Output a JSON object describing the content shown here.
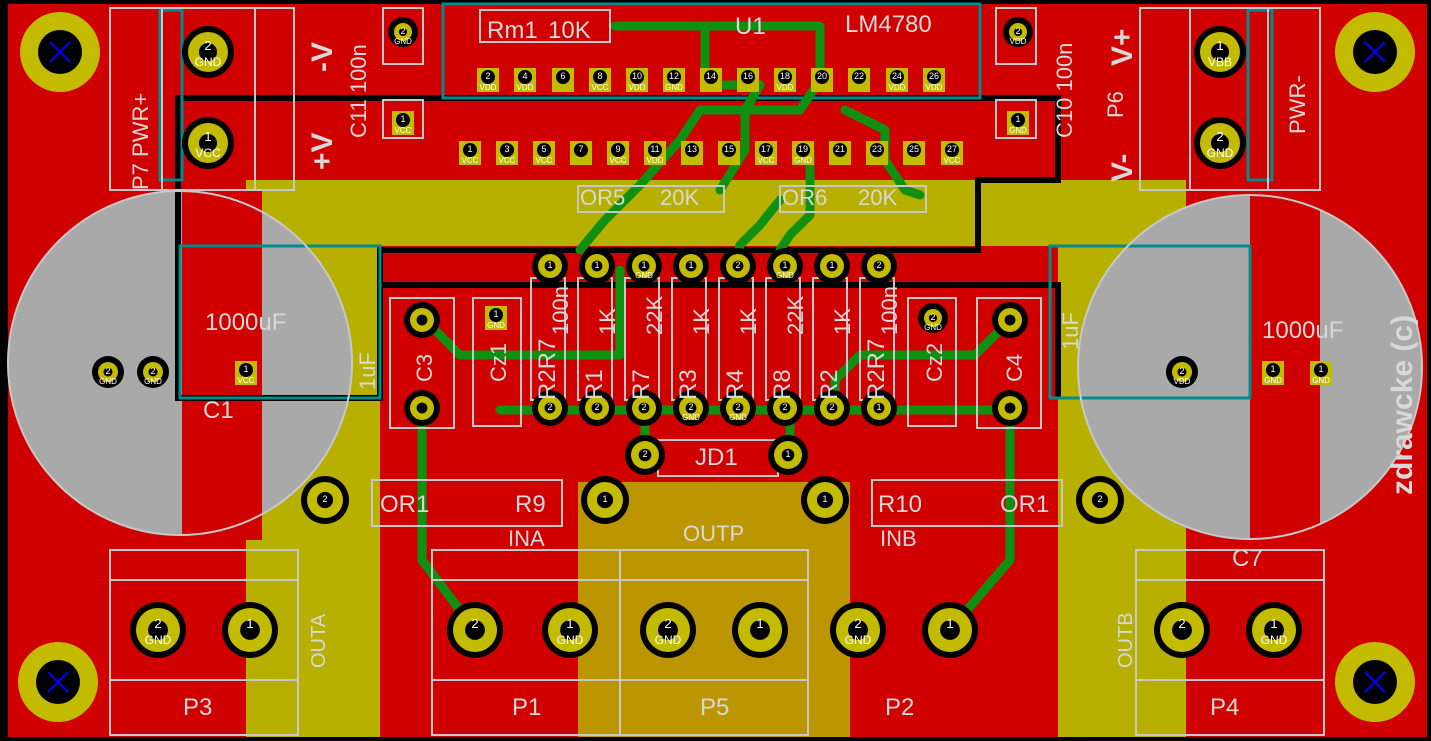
{
  "colors": {
    "board": "#d00000",
    "copper_fill": "#b8b000",
    "pad": "#c2bb00",
    "track_green": "#109010",
    "outline_cyan": "#008c8c",
    "silk": "#c8c8c8",
    "hole": "#000000"
  },
  "labels": {
    "u1_ref": "U1",
    "u1_val": "LM4780",
    "rm1": "Rm1",
    "rm1_val": "10K",
    "c11": "C11 100n",
    "c10": "C10 100n",
    "p7": "P7 PWR+",
    "p6": "P6",
    "pwr_minus": "PWR-",
    "v_plus": "V+",
    "v_minus": "V-",
    "vplus_left": "+V",
    "vminus_left": "-V",
    "r5": "OR5",
    "r5_val": "20K",
    "r6": "OR6",
    "r6_val": "20K",
    "c1": "C1",
    "c1_val": "1000uF",
    "c7": "C7",
    "c7_val": "1000uF",
    "c3": "C3",
    "c3_val": "1uF",
    "c4": "C4",
    "c4_val": "1uF",
    "cz1": "Cz1",
    "cz2": "Cz2",
    "vert_labels": [
      "R2R7",
      "100n",
      "R1",
      "1K",
      "R7",
      "22K",
      "R3",
      "1K",
      "R4",
      "1K",
      "R8",
      "22K",
      "R2",
      "1K",
      "R2R7",
      "100n"
    ],
    "jd1": "JD1",
    "r9": "R9",
    "r9_val": "OR1",
    "r10": "R10",
    "r10_val": "OR1",
    "ina": "INA",
    "inb": "INB",
    "outp": "OUTP",
    "outa": "OUTA",
    "outb": "OUTB",
    "p3": "P3",
    "p1": "P1",
    "p5": "P5",
    "p2": "P2",
    "p4": "P4",
    "copyright": "zdrawcke (c)",
    "net_gnd": "GND",
    "net_vcc": "VCC",
    "net_vdd": "VDD",
    "net_vbb": "VBB"
  },
  "u1_top_pins": [
    {
      "num": "2",
      "net": "VDD"
    },
    {
      "num": "4",
      "net": "VDD"
    },
    {
      "num": "6",
      "net": ""
    },
    {
      "num": "8",
      "net": "VCC"
    },
    {
      "num": "10",
      "net": "VDD"
    },
    {
      "num": "12",
      "net": "GND"
    },
    {
      "num": "14",
      "net": ""
    },
    {
      "num": "16",
      "net": ""
    },
    {
      "num": "18",
      "net": "VDD"
    },
    {
      "num": "20",
      "net": ""
    },
    {
      "num": "22",
      "net": ""
    },
    {
      "num": "24",
      "net": "VDD"
    },
    {
      "num": "26",
      "net": "VDD"
    }
  ],
  "u1_bottom_pins": [
    {
      "num": "1",
      "net": "VCC"
    },
    {
      "num": "3",
      "net": "VCC"
    },
    {
      "num": "5",
      "net": "VCC"
    },
    {
      "num": "7",
      "net": ""
    },
    {
      "num": "9",
      "net": "VCC"
    },
    {
      "num": "11",
      "net": "VDD"
    },
    {
      "num": "13",
      "net": ""
    },
    {
      "num": "15",
      "net": ""
    },
    {
      "num": "17",
      "net": "VCC"
    },
    {
      "num": "19",
      "net": "GND"
    },
    {
      "num": "21",
      "net": ""
    },
    {
      "num": "23",
      "net": ""
    },
    {
      "num": "25",
      "net": ""
    },
    {
      "num": "27",
      "net": "VCC"
    }
  ],
  "resistor_top_pads": [
    {
      "num": "1",
      "net": ""
    },
    {
      "num": "1",
      "net": ""
    },
    {
      "num": "1",
      "net": "GND"
    },
    {
      "num": "1",
      "net": ""
    },
    {
      "num": "2",
      "net": ""
    },
    {
      "num": "1",
      "net": "GND"
    },
    {
      "num": "1",
      "net": ""
    },
    {
      "num": "2",
      "net": ""
    }
  ],
  "resistor_bottom_pads": [
    {
      "num": "2",
      "net": ""
    },
    {
      "num": "2",
      "net": ""
    },
    {
      "num": "2",
      "net": ""
    },
    {
      "num": "2",
      "net": "GND"
    },
    {
      "num": "2",
      "net": "GND"
    },
    {
      "num": "2",
      "net": ""
    },
    {
      "num": "2",
      "net": ""
    },
    {
      "num": "1",
      "net": ""
    }
  ],
  "connector_pads": [
    {
      "num": "2",
      "net": "GND"
    },
    {
      "num": "1",
      "net": ""
    },
    {
      "num": "2",
      "net": ""
    },
    {
      "num": "1",
      "net": "GND"
    },
    {
      "num": "2",
      "net": "GND"
    },
    {
      "num": "1",
      "net": ""
    },
    {
      "num": "2",
      "net": "GND"
    },
    {
      "num": "1",
      "net": ""
    },
    {
      "num": "2",
      "net": ""
    },
    {
      "num": "1",
      "net": "GND"
    }
  ],
  "power_pads": {
    "p7_pin2": {
      "num": "2",
      "net": "GND"
    },
    "p7_pin1": {
      "num": "1",
      "net": "VCC"
    },
    "p6_pin1": {
      "num": "1",
      "net": "VBB"
    },
    "p6_pin2": {
      "num": "2",
      "net": "GND"
    },
    "c11_pin2": {
      "num": "2",
      "net": "GND"
    },
    "c11_pin1": {
      "num": "1",
      "net": "VCC"
    },
    "c10_pin2": {
      "num": "2",
      "net": "VDD"
    },
    "c10_pin1": {
      "num": "1",
      "net": "GND"
    },
    "c1_pin2a": {
      "num": "2",
      "net": "GND"
    },
    "c1_pin2b": {
      "num": "2",
      "net": "GND"
    },
    "c1_pin1": {
      "num": "1",
      "net": "VCC"
    },
    "c7_pin2": {
      "num": "2",
      "net": "VDD"
    },
    "c7_pin1a": {
      "num": "1",
      "net": "GND"
    },
    "c7_pin1b": {
      "num": "1",
      "net": "GND"
    },
    "cz1_pin": {
      "num": "1",
      "net": "GND"
    },
    "cz2_pin": {
      "num": "2",
      "net": "GND"
    },
    "c3_p1": {
      "num": "",
      "net": ""
    },
    "r9_p1": {
      "num": "2",
      "net": ""
    },
    "r9_p2": {
      "num": "1",
      "net": ""
    },
    "r10_p1": {
      "num": "1",
      "net": ""
    },
    "r10_p2": {
      "num": "2",
      "net": ""
    },
    "jd1_p1": {
      "num": "2",
      "net": ""
    },
    "jd1_p2": {
      "num": "1",
      "net": ""
    }
  }
}
